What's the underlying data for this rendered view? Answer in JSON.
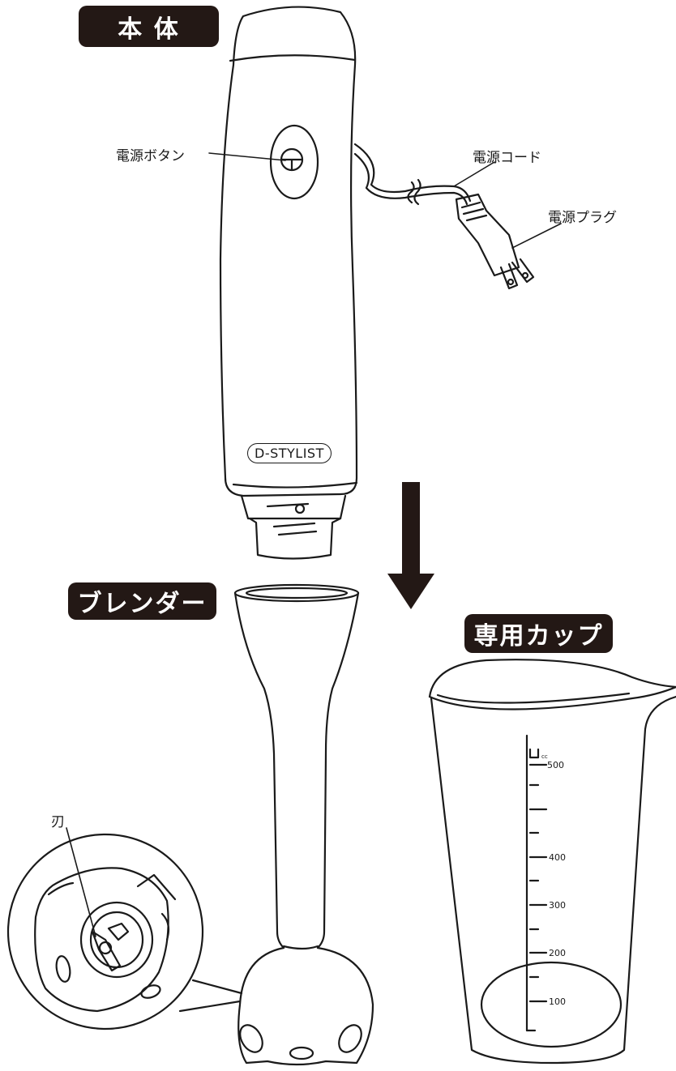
{
  "sections": {
    "body": "本 体",
    "blender": "ブレンダー",
    "cup": "専用カップ"
  },
  "callouts": {
    "power_button": "電源ボタン",
    "power_cord": "電源コード",
    "power_plug": "電源プラグ",
    "blade": "刃"
  },
  "logo": "D-STYLIST",
  "cup_scale": {
    "unit": "cc",
    "ticks": [
      "500",
      "400",
      "300",
      "200",
      "100"
    ]
  },
  "colors": {
    "badge_bg": "#231815",
    "line": "#1a1a1a"
  }
}
